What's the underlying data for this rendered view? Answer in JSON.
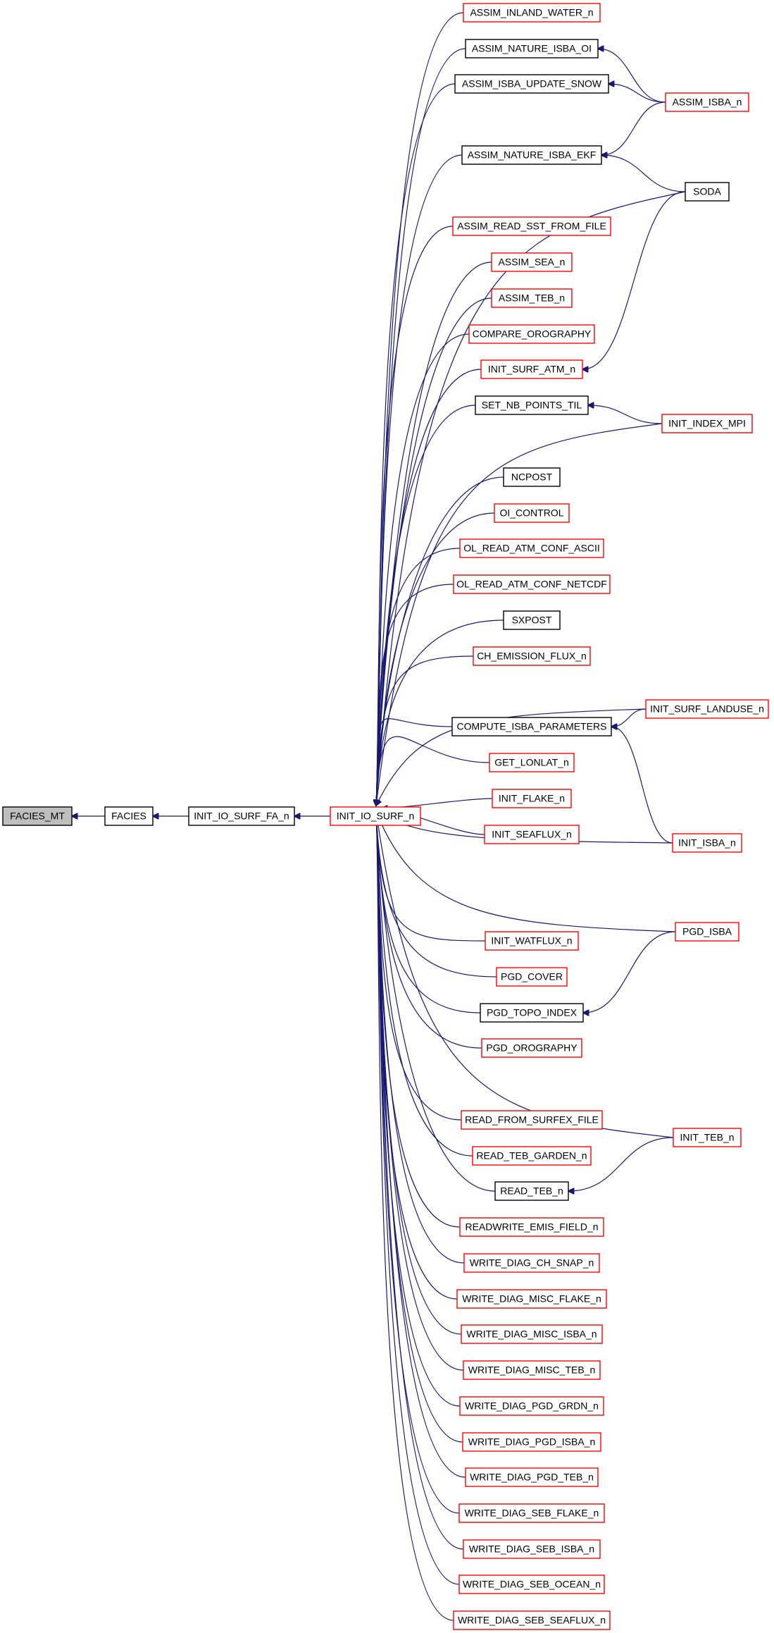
{
  "diagram": {
    "colors": {
      "edge": "#191970",
      "root_fill": "#bfbfbf",
      "border_black": "#000000",
      "border_red": "#ff0000"
    },
    "nodes": {
      "facies_mt": "FACIES_MT",
      "facies": "FACIES",
      "init_io_surf_fa_n": "INIT_IO_SURF_FA_n",
      "init_io_surf_n": "INIT_IO_SURF_n",
      "assim_inland_water_n": "ASSIM_INLAND_WATER_n",
      "assim_nature_isba_oi": "ASSIM_NATURE_ISBA_OI",
      "assim_isba_update_snow": "ASSIM_ISBA_UPDATE_SNOW",
      "assim_nature_isba_ekf": "ASSIM_NATURE_ISBA_EKF",
      "assim_read_sst_from_file": "ASSIM_READ_SST_FROM_FILE",
      "assim_sea_n": "ASSIM_SEA_n",
      "assim_teb_n": "ASSIM_TEB_n",
      "compare_orography": "COMPARE_OROGRAPHY",
      "init_surf_atm_n": "INIT_SURF_ATM_n",
      "set_nb_points_til": "SET_NB_POINTS_TIL",
      "ncpost": "NCPOST",
      "oi_control": "OI_CONTROL",
      "ol_read_atm_conf_ascii": "OL_READ_ATM_CONF_ASCII",
      "ol_read_atm_conf_netcdf": "OL_READ_ATM_CONF_NETCDF",
      "sxpost": "SXPOST",
      "ch_emission_flux_n": "CH_EMISSION_FLUX_n",
      "compute_isba_parameters": "COMPUTE_ISBA_PARAMETERS",
      "get_lonlat_n": "GET_LONLAT_n",
      "init_flake_n": "INIT_FLAKE_n",
      "init_seaflux_n": "INIT_SEAFLUX_n",
      "init_watflux_n": "INIT_WATFLUX_n",
      "pgd_cover": "PGD_COVER",
      "pgd_topo_index": "PGD_TOPO_INDEX",
      "pgd_orography": "PGD_OROGRAPHY",
      "read_from_surfex_file": "READ_FROM_SURFEX_FILE",
      "read_teb_garden_n": "READ_TEB_GARDEN_n",
      "read_teb_n": "READ_TEB_n",
      "readwrite_emis_field_n": "READWRITE_EMIS_FIELD_n",
      "write_diag_ch_snap_n": "WRITE_DIAG_CH_SNAP_n",
      "write_diag_misc_flake_n": "WRITE_DIAG_MISC_FLAKE_n",
      "write_diag_misc_isba_n": "WRITE_DIAG_MISC_ISBA_n",
      "write_diag_misc_teb_n": "WRITE_DIAG_MISC_TEB_n",
      "write_diag_pgd_grdn_n": "WRITE_DIAG_PGD_GRDN_n",
      "write_diag_pgd_isba_n": "WRITE_DIAG_PGD_ISBA_n",
      "write_diag_pgd_teb_n": "WRITE_DIAG_PGD_TEB_n",
      "write_diag_seb_flake_n": "WRITE_DIAG_SEB_FLAKE_n",
      "write_diag_seb_isba_n": "WRITE_DIAG_SEB_ISBA_n",
      "write_diag_seb_ocean_n": "WRITE_DIAG_SEB_OCEAN_n",
      "write_diag_seb_seaflux_n": "WRITE_DIAG_SEB_SEAFLUX_n",
      "assim_isba_n": "ASSIM_ISBA_n",
      "soda": "SODA",
      "init_index_mpi": "INIT_INDEX_MPI",
      "init_surf_landuse_n": "INIT_SURF_LANDUSE_n",
      "init_isba_n": "INIT_ISBA_n",
      "pgd_isba": "PGD_ISBA",
      "init_teb_n": "INIT_TEB_n"
    }
  }
}
